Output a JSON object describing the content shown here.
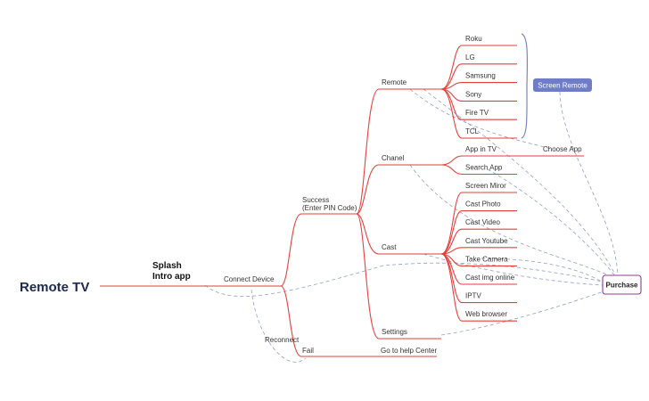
{
  "root": "Remote TV",
  "splash": [
    "Splash",
    "Intro app"
  ],
  "connect_device": "Connect Device",
  "reconnect": "Reconnect",
  "success": [
    "Success",
    "(Enter PIN Code)"
  ],
  "fail": "Fail",
  "help_center": "Go to help Center",
  "remote": "Remote",
  "remote_items": [
    "Roku",
    "LG",
    "Samsung",
    "Sony",
    "Fire TV",
    "TCL"
  ],
  "chanel": "Chanel",
  "chanel_items": [
    "App in TV",
    "Search App"
  ],
  "choose_app": "Choose App",
  "cast": "Cast",
  "cast_items": [
    "Screen Miror",
    "Cast Photo",
    "Cast Video",
    "Cast Youtube",
    "Take Camera",
    "Cast img online",
    "IPTV",
    "Web browser"
  ],
  "settings": "Settings",
  "screen_remote": "Screen Remote",
  "purchase": "Purchase",
  "colors": {
    "branch": "#e2423a",
    "dashed": "#7a86b8",
    "screen_remote_bg": "#6f7dc8",
    "purchase_border": "#8e3c8e",
    "root_text": "#1d2951"
  }
}
